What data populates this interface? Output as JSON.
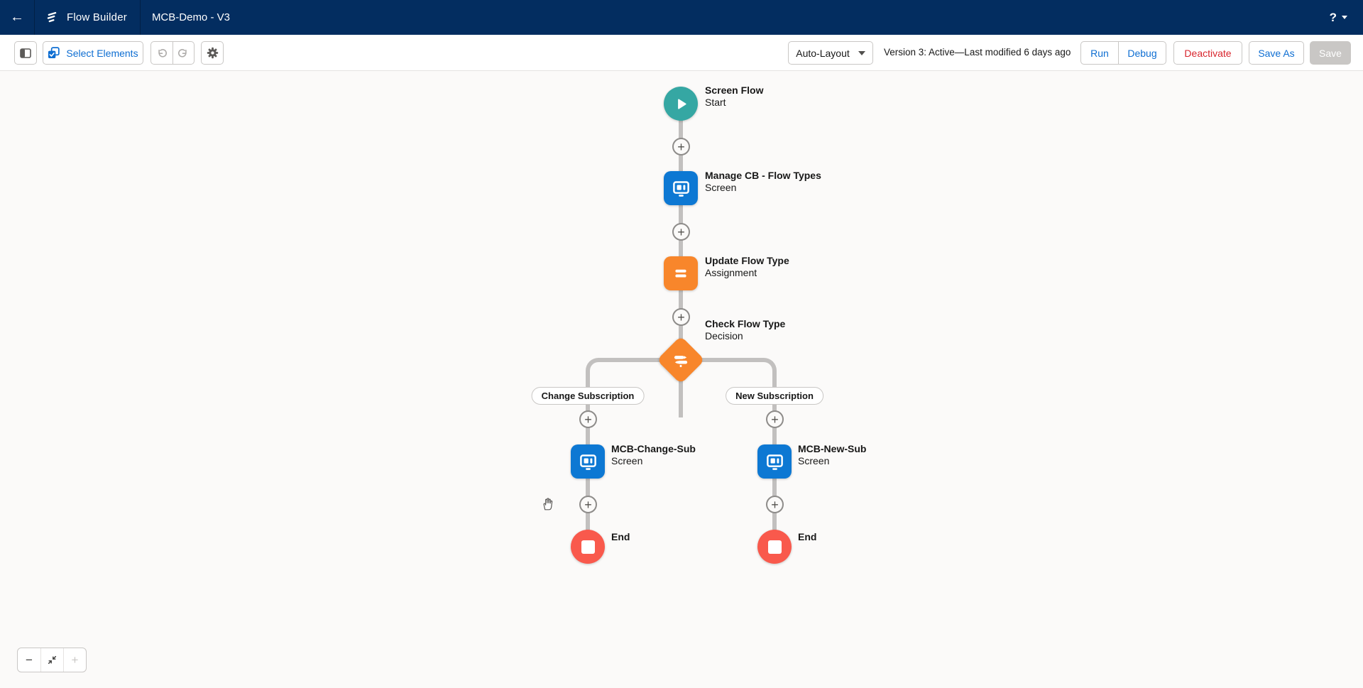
{
  "header": {
    "app_label": "Flow Builder",
    "flow_title": "MCB-Demo - V3"
  },
  "toolbar": {
    "select_elements_label": "Select Elements",
    "layout_dropdown_value": "Auto-Layout",
    "version_status": "Version 3: Active—Last modified 6 days ago",
    "run_label": "Run",
    "debug_label": "Debug",
    "deactivate_label": "Deactivate",
    "save_as_label": "Save As",
    "save_label": "Save"
  },
  "flow": {
    "start": {
      "title": "Screen Flow",
      "subtitle": "Start"
    },
    "screen_main": {
      "title": "Manage CB - Flow Types",
      "subtitle": "Screen"
    },
    "assignment": {
      "title": "Update Flow Type",
      "subtitle": "Assignment"
    },
    "decision": {
      "title": "Check Flow Type",
      "subtitle": "Decision"
    },
    "branch_left": {
      "label": "Change Subscription"
    },
    "branch_right": {
      "label": "New Subscription"
    },
    "screen_left": {
      "title": "MCB-Change-Sub",
      "subtitle": "Screen"
    },
    "screen_right": {
      "title": "MCB-New-Sub",
      "subtitle": "Screen"
    },
    "end_left": {
      "label": "End"
    },
    "end_right": {
      "label": "End"
    }
  },
  "icons": {
    "back": "←",
    "help": "?",
    "plus_connector": "+",
    "zoom_out": "−"
  },
  "colors": {
    "header_bg": "#032D60",
    "accent_blue": "#0E6ED2",
    "danger": "#D8252D",
    "node_start": "#35A7A3",
    "node_screen": "#0D78D3",
    "node_action": "#F8862B",
    "node_end": "#F9594C",
    "connector": "#C2C0BF"
  }
}
